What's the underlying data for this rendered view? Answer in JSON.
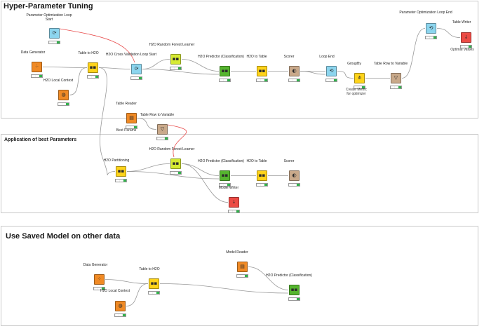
{
  "sections": [
    {
      "id": "hpt",
      "title": "Hyper-Parameter Tuning"
    },
    {
      "id": "abp",
      "title": "Application of best Parameters"
    },
    {
      "id": "usm",
      "title": "Use Saved Model on other data"
    }
  ],
  "colors": {
    "source": "#f08a25",
    "manipulator": "#fed31a",
    "learner": "#d6ea33",
    "predictor": "#55b52f",
    "loop": "#8cd5ee",
    "other": "#c9a98a",
    "sink": "#ec4b45",
    "wire": "#999999",
    "flowvar": "#e84a4a"
  },
  "nodes": [
    {
      "id": "n_pols",
      "label": "Parameter Optimization Loop\nStart",
      "type": "loop",
      "icon": "loop-start-icon"
    },
    {
      "id": "n_dg1",
      "label": "Data Generator",
      "type": "source",
      "icon": "data-generator-icon"
    },
    {
      "id": "n_lc1",
      "label": "H2O Local Context",
      "type": "source",
      "icon": "h2o-context-icon"
    },
    {
      "id": "n_th1",
      "label": "Table to H2O",
      "type": "manipulator",
      "icon": "h2o-icon"
    },
    {
      "id": "n_cvls",
      "label": "H2O Cross Validation Loop Start",
      "type": "loop",
      "icon": "cross-validation-icon"
    },
    {
      "id": "n_rfl1",
      "label": "H2O Random Forest Learner",
      "type": "learner",
      "icon": "h2o-icon"
    },
    {
      "id": "n_pred1",
      "label": "H2O Predictor (Classification)",
      "type": "predictor",
      "icon": "h2o-icon"
    },
    {
      "id": "n_ht1",
      "label": "H2O to Table",
      "type": "manipulator",
      "icon": "h2o-icon"
    },
    {
      "id": "n_sc1",
      "label": "Scorer",
      "type": "other",
      "icon": "scorer-icon"
    },
    {
      "id": "n_le",
      "label": "Loop End",
      "type": "loop",
      "icon": "loop-end-icon"
    },
    {
      "id": "n_gb",
      "label": "GroupBy",
      "type": "manipulator",
      "icon": "groupby-icon",
      "sub": "Create Metric\nfor optimizer"
    },
    {
      "id": "n_tr2v1",
      "label": "Table Row to Variable",
      "type": "other",
      "icon": "variable-icon"
    },
    {
      "id": "n_pole",
      "label": "Parameter Optimization Loop End",
      "type": "loop",
      "icon": "loop-end-icon"
    },
    {
      "id": "n_tw",
      "label": "Table Writer",
      "type": "sink",
      "icon": "table-writer-icon",
      "sub": "Optimal Values"
    },
    {
      "id": "n_tr",
      "label": "Table Reader",
      "type": "source",
      "icon": "table-reader-icon",
      "sub": "Best Params"
    },
    {
      "id": "n_tr2v2",
      "label": "Table Row to Variable",
      "type": "other",
      "icon": "variable-icon"
    },
    {
      "id": "n_part",
      "label": "H2O Partitioning",
      "type": "manipulator",
      "icon": "h2o-icon"
    },
    {
      "id": "n_rfl2",
      "label": "H2O Random Forest Learner",
      "type": "learner",
      "icon": "h2o-icon"
    },
    {
      "id": "n_pred2",
      "label": "H2O Predictor (Classification)",
      "type": "predictor",
      "icon": "h2o-icon"
    },
    {
      "id": "n_ht2",
      "label": "H2O to Table",
      "type": "manipulator",
      "icon": "h2o-icon"
    },
    {
      "id": "n_sc2",
      "label": "Scorer",
      "type": "other",
      "icon": "scorer-icon"
    },
    {
      "id": "n_mw",
      "label": "Model Writer",
      "type": "sink",
      "icon": "model-writer-icon"
    },
    {
      "id": "n_dg2",
      "label": "Data Generator",
      "type": "source",
      "icon": "data-generator-icon"
    },
    {
      "id": "n_lc2",
      "label": "H2O Local Context",
      "type": "source",
      "icon": "h2o-context-icon"
    },
    {
      "id": "n_th2",
      "label": "Table to H2O",
      "type": "manipulator",
      "icon": "h2o-icon"
    },
    {
      "id": "n_mr",
      "label": "Model Reader",
      "type": "source",
      "icon": "model-reader-icon"
    },
    {
      "id": "n_pred3",
      "label": "H2O Predictor (Classification)",
      "type": "predictor",
      "icon": "h2o-icon"
    }
  ],
  "glyphs": {
    "loop-start-icon": "⟳",
    "data-generator-icon": "⁘",
    "h2o-context-icon": "◍",
    "h2o-icon": "▪▪",
    "cross-validation-icon": "⟳",
    "scorer-icon": "◐",
    "loop-end-icon": "⟲",
    "groupby-icon": "⋔",
    "variable-icon": "▽",
    "table-writer-icon": "↓",
    "table-reader-icon": "▤",
    "model-writer-icon": "↓",
    "model-reader-icon": "▤"
  }
}
